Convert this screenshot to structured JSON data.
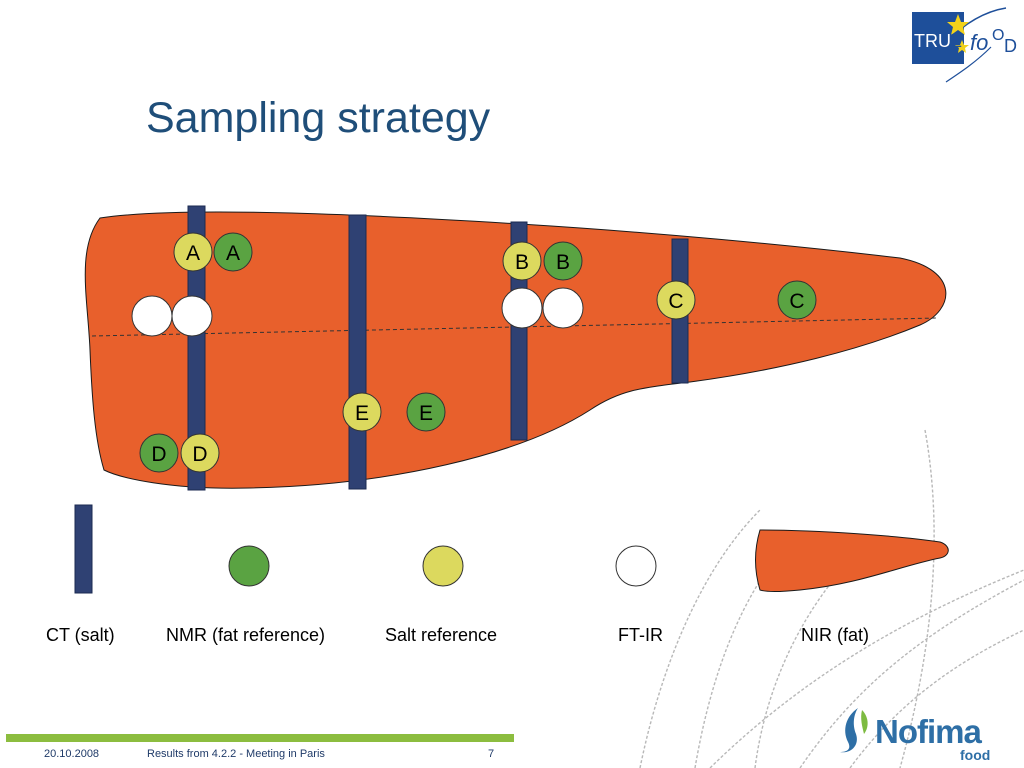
{
  "slide": {
    "title": "Sampling strategy",
    "footer": {
      "date": "20.10.2008",
      "source": "Results from 4.2.2 - Meeting in Paris",
      "page": "7"
    }
  },
  "logos": {
    "truefood": {
      "letters_tru": "TRU",
      "letters_e": "E",
      "letters_fo": "fo",
      "letters_o": "O",
      "letters_d": "D"
    },
    "nofima": {
      "name": "Nofima",
      "sub": "food"
    }
  },
  "diagram": {
    "sample_labels": [
      "A",
      "A",
      "B",
      "B",
      "C",
      "C",
      "D",
      "D",
      "E",
      "E"
    ]
  },
  "legend": {
    "ct": "CT (salt)",
    "nmr": "NMR (fat reference)",
    "salt": "Salt reference",
    "ftir": "FT-IR",
    "nir": "NIR (fat)"
  },
  "colors": {
    "fillet": "#e8602c",
    "ct_bar": "#2f4173",
    "nmr": "#5aa342",
    "salt": "#dcd95e",
    "ftir": "#ffffff",
    "title": "#1f4e79",
    "footer_bar": "#8cbd3f"
  }
}
